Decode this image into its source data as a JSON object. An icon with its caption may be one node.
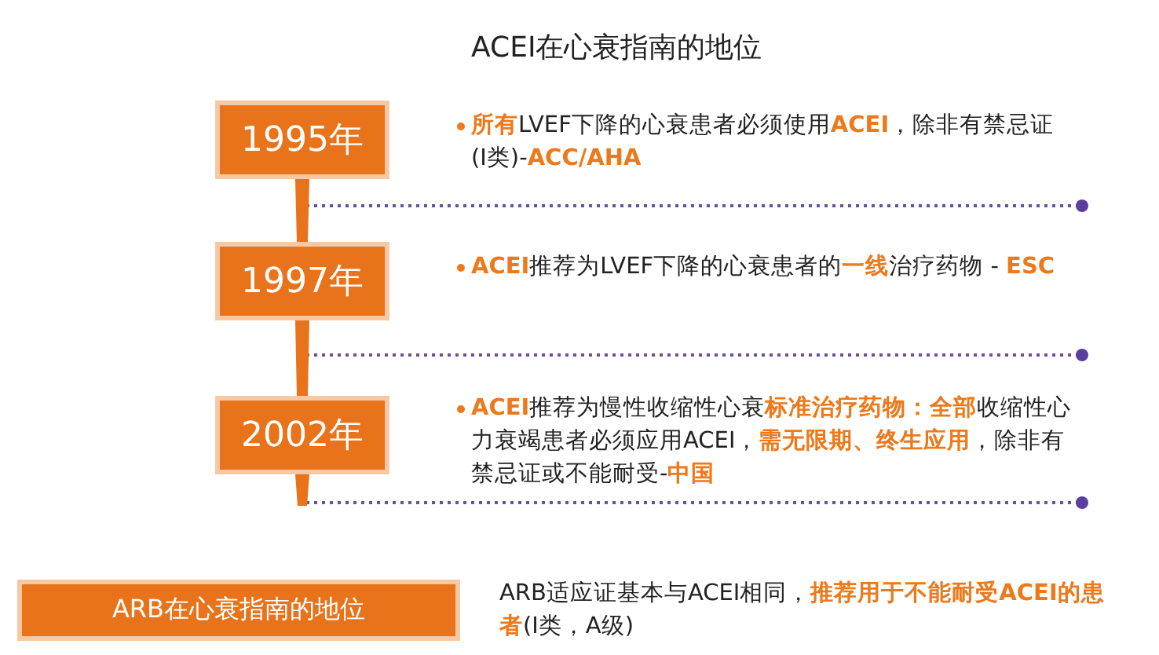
{
  "diagram": {
    "title": "ACEI在心衰指南的地位",
    "nodes": [
      {
        "text": [
          "1995年"
        ],
        "beside": [
          "**所有**LVEF下降的心衰患者必须使用**ACEI**，除非有禁忌证 (I类)-**ACC/AHA**"
        ]
      },
      {
        "text": [
          "1997年"
        ],
        "beside": [
          "**ACEI**推荐为LVEF下降的心衰患者的**一线**治疗药物 - **ESC**"
        ]
      },
      {
        "text": [
          "2002年"
        ],
        "beside": [
          "**ACEI**推荐为慢性收缩性心衰**标准治疗药物：全部**收缩性心力衰竭患者必须应用ACEI，**需无限期、终生应用**，除非有禁忌证或不能耐受-**中国**"
        ]
      },
      {
        "text": [
          "ARB在心衰指南的地位"
        ],
        "beside": [
          "ARB适应证基本与ACEI相同，**推荐用于不能耐受ACEI的患者**(I类，A级)"
        ]
      }
    ],
    "edges": [
      {
        "from": 0,
        "to": 1,
        "arrow": "none"
      },
      {
        "from": 1,
        "to": 2,
        "arrow": "none"
      },
      {
        "from": 2,
        "to": null,
        "arrow": "none"
      }
    ]
  }
}
